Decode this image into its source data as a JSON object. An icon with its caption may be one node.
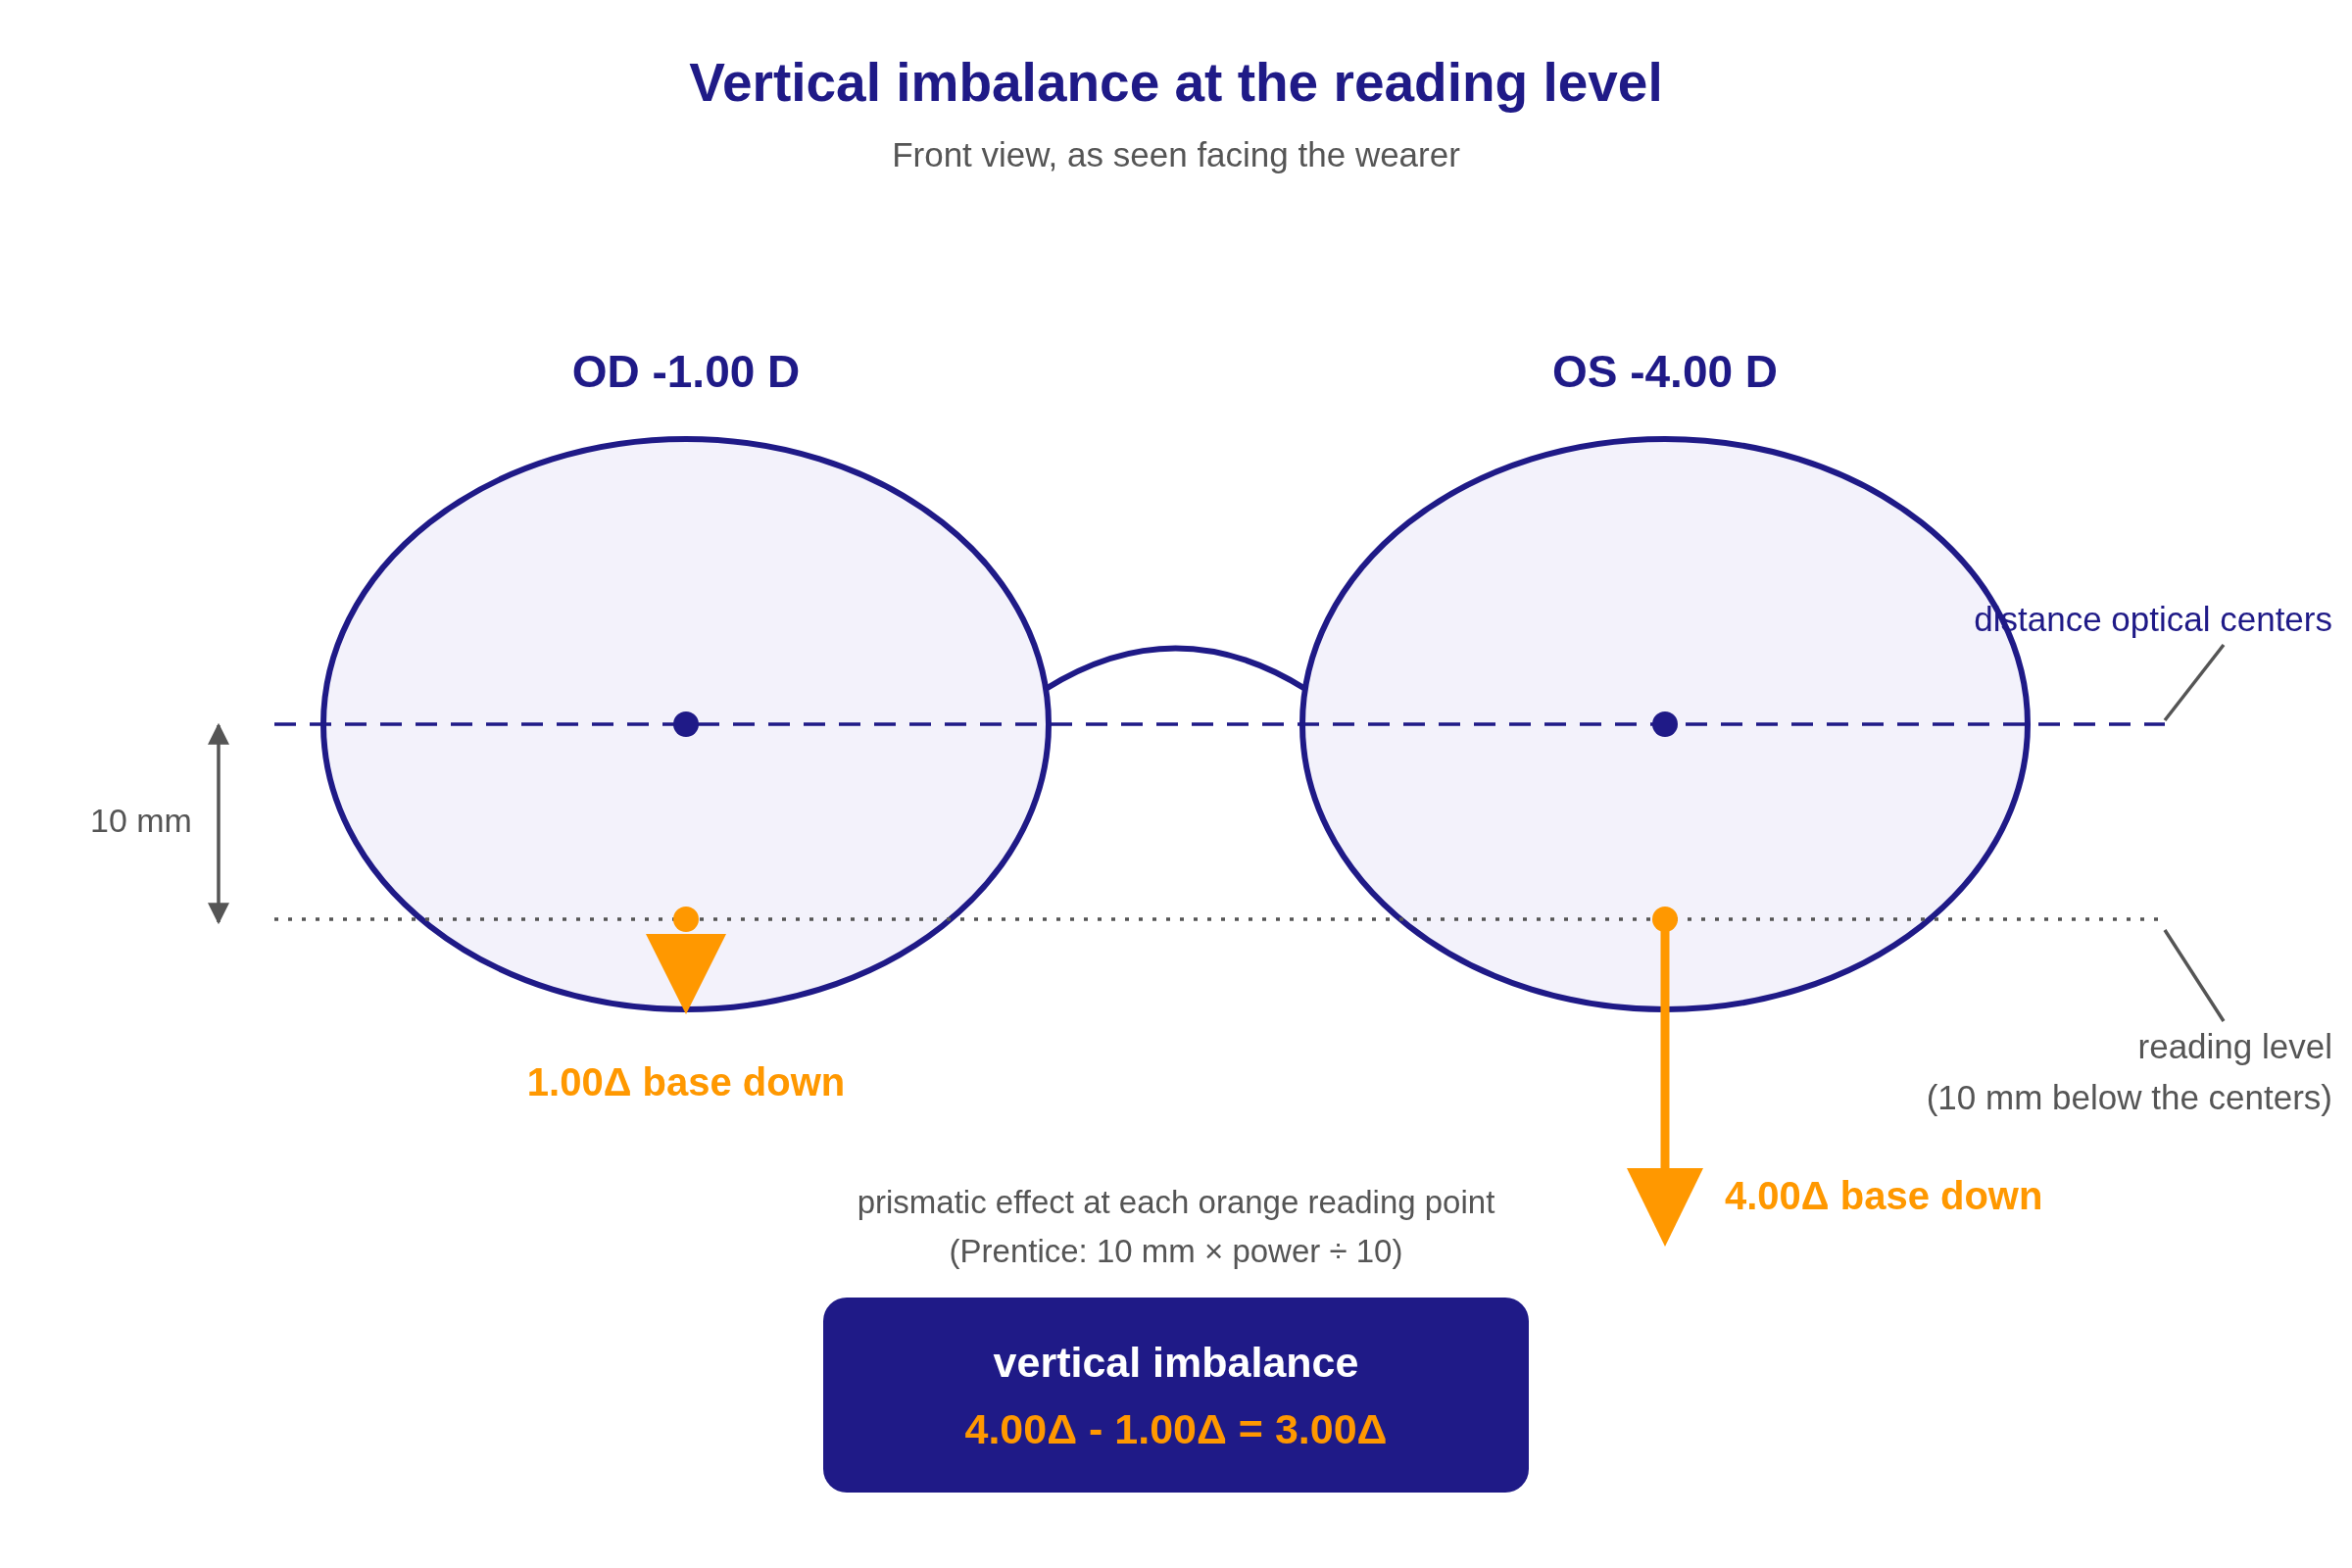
{
  "diagram": {
    "title": "Vertical imbalance at the reading level",
    "nodes": [
      {
        "text": [
          "OD -1.00 D"
        ],
        "beside": [
          "1.00Δ base down"
        ]
      },
      {
        "text": [
          "OS -4.00 D"
        ]
      },
      {
        "text": [
          "distance optical centers"
        ]
      },
      {
        "text": [
          "reading level",
          "(10 mm below the centers)"
        ]
      },
      {
        "text": [
          "vertical imbalance",
          "4.00Δ - 1.00Δ = 3.00Δ"
        ],
        "beside": [
          "prismatic effect at each orange reading point (Prentice: 10 mm × power ÷ 10)"
        ]
      }
    ],
    "edges": [
      {
        "from": 0,
        "to": 1,
        "arrow": "none"
      },
      {
        "from": 2,
        "to": null,
        "arrow": "none"
      },
      {
        "from": 3,
        "to": null,
        "arrow": "none"
      }
    ],
    "labels": [
      "Front view, as seen facing the wearer",
      "10 mm",
      "4.00Δ base down"
    ]
  }
}
